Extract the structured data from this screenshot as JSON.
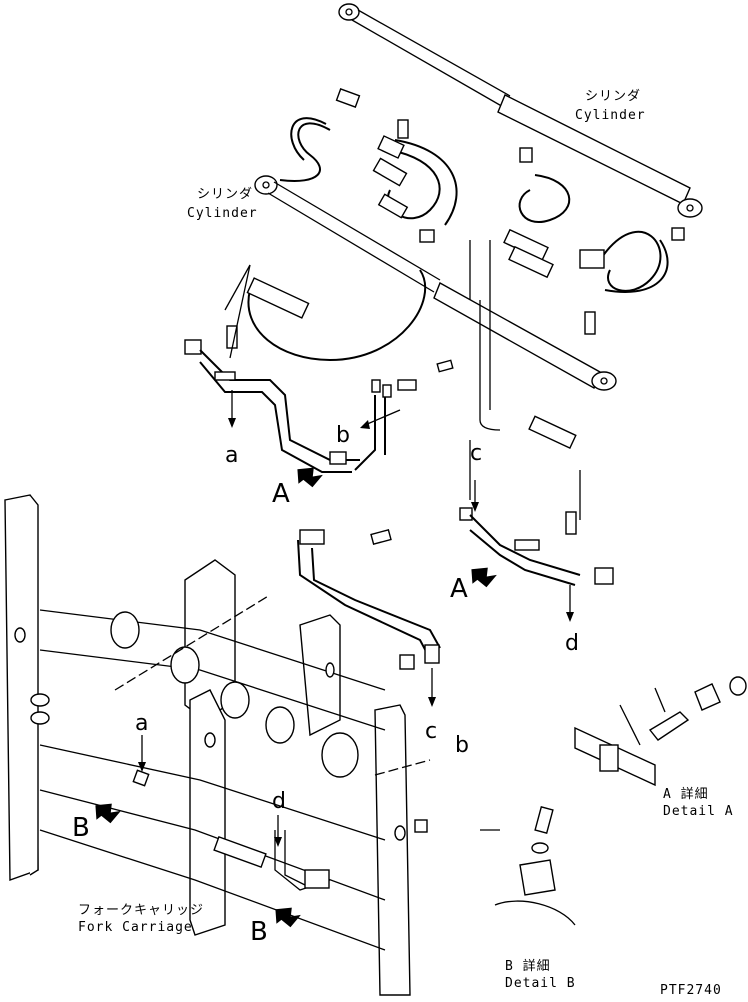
{
  "labels": {
    "cylinder_top_jp": "シリンダ",
    "cylinder_top_en": "Cylinder",
    "cylinder_left_jp": "シリンダ",
    "cylinder_left_en": "Cylinder",
    "fork_carriage_jp": "フォークキャリッジ",
    "fork_carriage_en": "Fork Carriage",
    "detail_a_jp": "A 詳細",
    "detail_a_en": "Detail A",
    "detail_b_jp": "B 詳細",
    "detail_b_en": "Detail B",
    "drawing_code": "PTF2740"
  },
  "callouts": {
    "a": "a",
    "b": "b",
    "c": "c",
    "d": "d",
    "A": "A",
    "B": "B"
  }
}
